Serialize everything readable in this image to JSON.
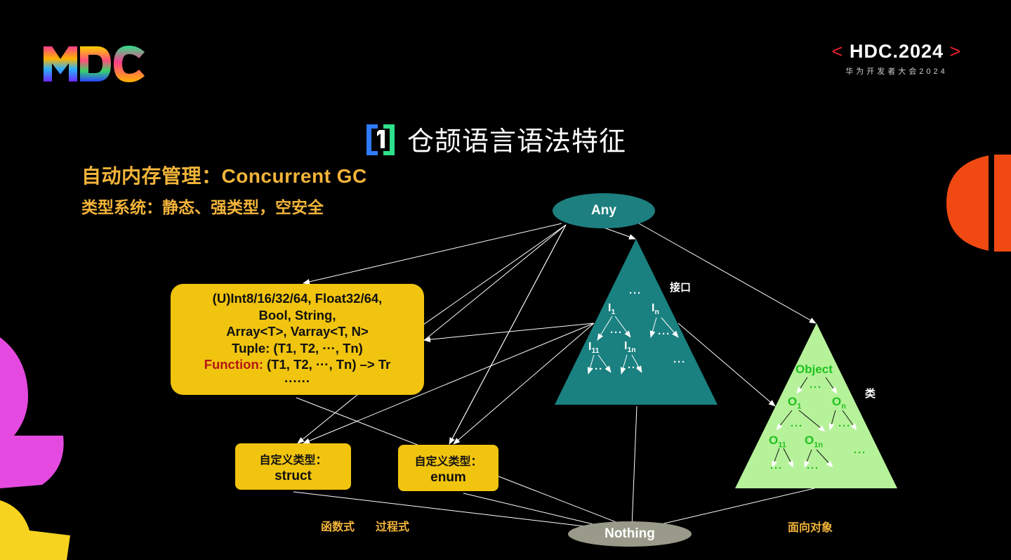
{
  "brand": {
    "event": "HDC.2024",
    "event_prefix": "<",
    "event_suffix": ">",
    "event_subtitle": "华为开发者大会2024",
    "logo_text": "HDC"
  },
  "slide": {
    "title": "仓颉语言语法特征",
    "feature_memory": "自动内存管理：Concurrent GC",
    "feature_types": "类型系统：静态、强类型，空安全"
  },
  "diagram": {
    "top_node": "Any",
    "bottom_node": "Nothing",
    "builtin_types": {
      "line1": "(U)Int8/16/32/64, Float32/64,",
      "line2": "Bool, String,",
      "line3": "Array<T>, Varray<T, N>",
      "line4": "Tuple: (T1, T2, ···, Tn)",
      "line5_keyword": "Function:",
      "line5_rest": " (T1, T2, ···, Tn) –> Tr",
      "line6": "······"
    },
    "struct_box": {
      "label": "自定义类型：",
      "value": "struct"
    },
    "enum_box": {
      "label": "自定义类型：",
      "value": "enum"
    },
    "interface_label": "接口",
    "class_label": "类",
    "interface_tree": {
      "i1": "I",
      "i1_sub": "1",
      "in": "I",
      "in_sub": "n",
      "i11": "I",
      "i11_sub": "11",
      "i1n": "I",
      "i1n_sub": "1n",
      "dots": "···"
    },
    "class_tree": {
      "root": "Object",
      "o1": "O",
      "o1_sub": "1",
      "on": "O",
      "on_sub": "n",
      "o11": "O",
      "o11_sub": "11",
      "o1n": "O",
      "o1n_sub": "1n",
      "dots": "···"
    },
    "caption_functional": "函数式",
    "caption_procedural": "过程式",
    "caption_oop": "面向对象"
  },
  "colors": {
    "accent_yellow": "#f1c40f",
    "teal": "#1b8080",
    "light_green": "#b6f29a",
    "node_teal": "#1e7f7f",
    "node_gray": "#9a9a8a"
  }
}
